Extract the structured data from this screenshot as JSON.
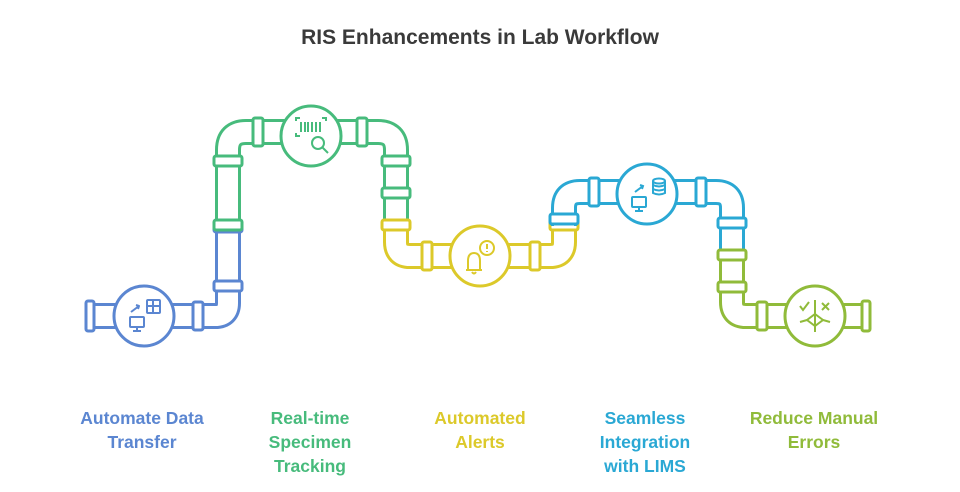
{
  "title": "RIS Enhancements in Lab Workflow",
  "steps": [
    {
      "lines": [
        "Automate Data",
        "Transfer"
      ],
      "color": "#5b86d1",
      "icon": "data-transfer-icon"
    },
    {
      "lines": [
        "Real-time",
        "Specimen",
        "Tracking"
      ],
      "color": "#47bb7c",
      "icon": "barcode-search-icon"
    },
    {
      "lines": [
        "Automated",
        "Alerts"
      ],
      "color": "#dcc92a",
      "icon": "alert-bell-icon"
    },
    {
      "lines": [
        "Seamless",
        "Integration",
        "with LIMS"
      ],
      "color": "#2aa8d4",
      "icon": "database-sync-icon"
    },
    {
      "lines": [
        "Reduce Manual",
        "Errors"
      ],
      "color": "#90bb3a",
      "icon": "error-check-icon"
    }
  ]
}
